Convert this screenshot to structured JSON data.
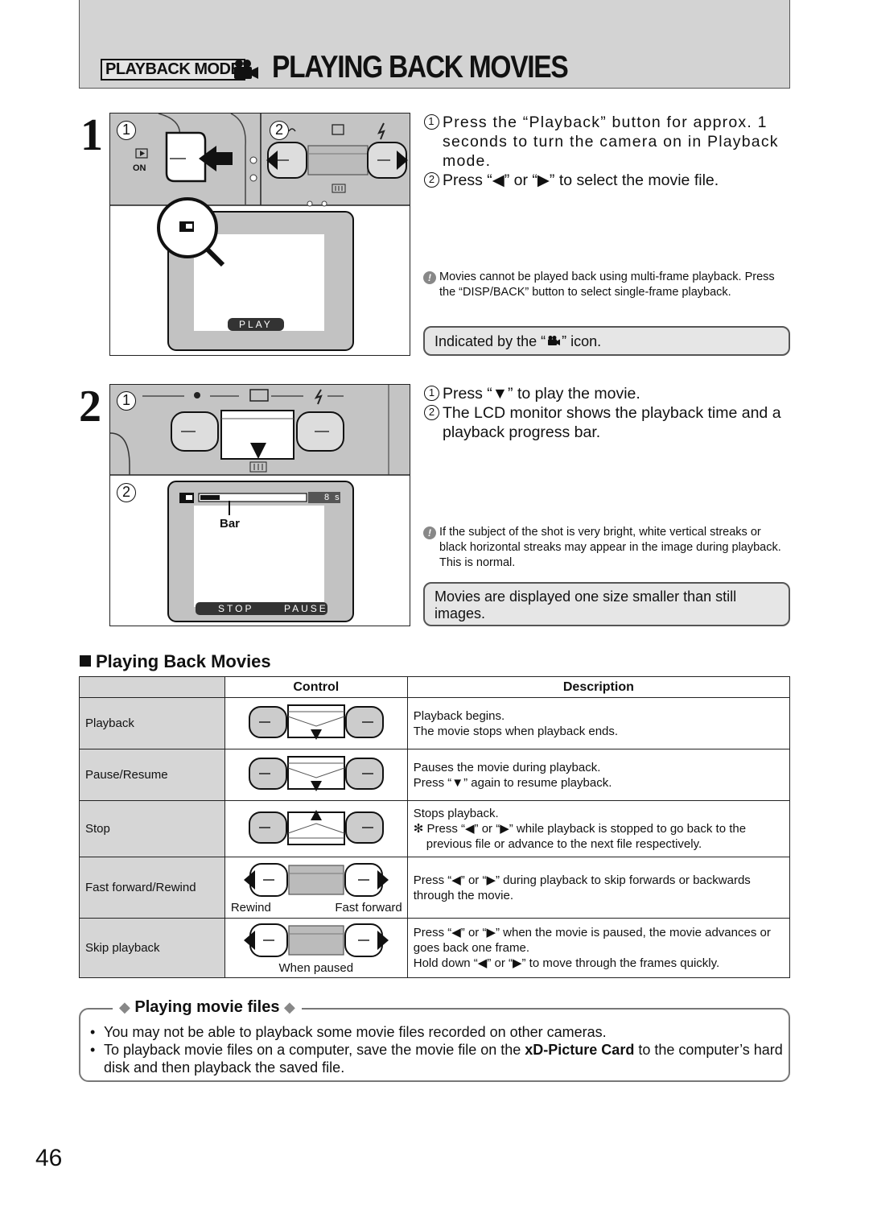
{
  "header": {
    "mode_label": "PLAYBACK MODE",
    "title": "PLAYING BACK MOVIES",
    "icon": "movie-camera-icon"
  },
  "step1": {
    "number": "1",
    "marker1": "1",
    "marker2": "2",
    "on_label": "ON",
    "lcd_label": "PLAY",
    "instr1_num": "1",
    "instr1": "Press the “Playback” button for approx. 1 seconds to turn the camera on in Playback mode.",
    "instr2_num": "2",
    "instr2": "Press “◀” or “▶” to select the movie file.",
    "note": "Movies cannot be played back using multi-frame playback. Press the “DISP/BACK” button to select single-frame playback.",
    "callout_before": "Indicated by the “",
    "callout_after": "” icon."
  },
  "step2": {
    "number": "2",
    "marker1": "1",
    "marker2": "2",
    "lcd_time": "8 s",
    "bar_label": "Bar",
    "stop_label": "STOP",
    "pause_label": "PAUSE",
    "instr1_num": "1",
    "instr1": "Press “▼” to play the movie.",
    "instr2_num": "2",
    "instr2": "The LCD monitor shows the playback time and a playback progress bar.",
    "note": "If the subject of the shot is very bright, white vertical streaks or black horizontal streaks may appear in the image during playback. This is normal.",
    "callout": "Movies are displayed one size smaller than still images."
  },
  "section": {
    "title": "Playing Back Movies"
  },
  "table": {
    "col_control": "Control",
    "col_description": "Description",
    "rows": [
      {
        "label": "Playback",
        "desc1": "Playback begins.",
        "desc2": "The movie stops when playback ends."
      },
      {
        "label": "Pause/Resume",
        "desc1": "Pauses the movie during playback.",
        "desc2": "Press “▼” again to resume playback."
      },
      {
        "label": "Stop",
        "desc1": "Stops playback.",
        "desc2": "✻ Press “◀” or “▶” while playback is stopped to go back to the previous file or advance to the next file respectively."
      },
      {
        "label": "Fast forward/Rewind",
        "desc1": "Press “◀” or “▶” during playback to skip forwards or backwards through the movie.",
        "cap_left": "Rewind",
        "cap_right": "Fast forward"
      },
      {
        "label": "Skip playback",
        "desc1": "Press “◀” or “▶” when the movie is paused, the movie advances or goes back one frame.",
        "desc2": "Hold down “◀” or “▶” to move through the frames quickly.",
        "cap": "When paused"
      }
    ]
  },
  "movie_files": {
    "title": "Playing movie files",
    "bullet1": "You may not be able to playback some movie files recorded on other cameras.",
    "bullet2_before": "To playback movie files on a computer, save the movie file on the ",
    "bullet2_bold": "xD-Picture Card",
    "bullet2_after": " to the computer’s hard disk and then playback the saved file."
  },
  "page_number": "46"
}
